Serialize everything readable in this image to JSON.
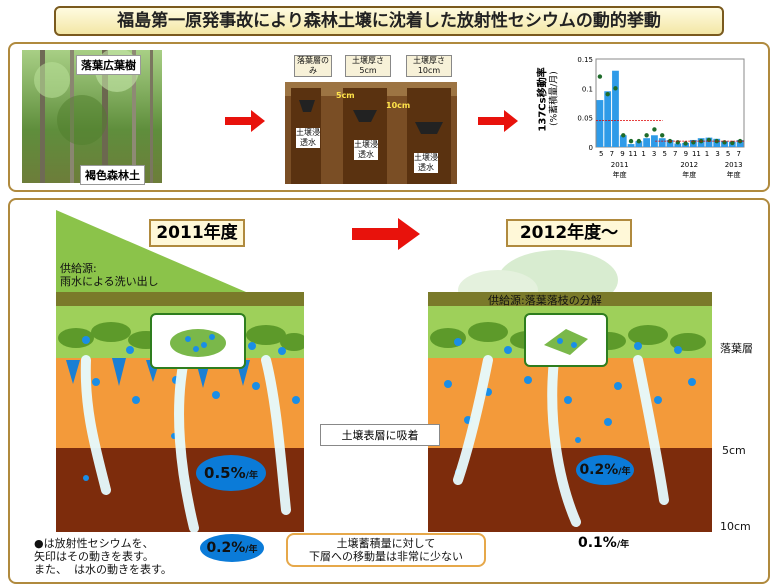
{
  "title": "福島第一原発事故により森林土壌に沈着した放射性セシウムの動的挙動",
  "top_panel": {
    "photo_labels": {
      "top": "落葉広葉樹",
      "bottom": "褐色森林土"
    },
    "lysimeter": {
      "headers": [
        "落葉層のみ",
        "土壌厚さ5cm",
        "土壌厚さ10cm"
      ],
      "depth_labels": [
        "5cm",
        "10cm"
      ],
      "collector_label": "土壌浸透水"
    },
    "chart_meta": {
      "ylabel_main": "137Cs移動率",
      "ylabel_sub": "(%蓄積量/月)"
    }
  },
  "chart_data": {
    "type": "bar",
    "y_ticks": [
      "0.15",
      "0.1",
      "0.05",
      "0"
    ],
    "ylim": [
      0,
      0.15
    ],
    "x_tick_labels": [
      "5",
      "7",
      "9",
      "11",
      "1",
      "3",
      "5",
      "7",
      "9",
      "11",
      "1",
      "3",
      "5",
      "7"
    ],
    "year_labels": [
      {
        "year": "2011",
        "sub": "年度"
      },
      {
        "year": "2012",
        "sub": "年度"
      },
      {
        "year": "2013",
        "sub": "年度"
      }
    ],
    "series": [
      {
        "values": [
          0.08,
          0.095,
          0.13,
          0.02,
          0.005,
          0.01,
          0.015,
          0.02,
          0.015,
          0.012,
          0.006,
          0.007,
          0.012,
          0.015,
          0.016,
          0.014,
          0.01,
          0.009,
          0.012
        ]
      },
      {
        "values": [
          0.12,
          0.09,
          0.1,
          0.02,
          0.01,
          0.01,
          0.02,
          0.03,
          0.02,
          0.01,
          0.008,
          0.006,
          0.008,
          0.01,
          0.012,
          0.01,
          0.008,
          0.007,
          0.01
        ]
      }
    ],
    "reference_lines": [
      0.045,
      0.01
    ]
  },
  "bottom_panel": {
    "left": {
      "year": "2011年度",
      "source": "供給源:\n雨水による洗い出し",
      "rate_5cm": "0.5%",
      "rate_10cm": "0.2%",
      "unit": "/年"
    },
    "right": {
      "year": "2012年度〜",
      "source": "供給源:落葉落枝の分解",
      "rate_5cm": "0.2%",
      "rate_10cm": "0.1%",
      "unit": "/年"
    },
    "layer_labels": {
      "litter": "落葉層",
      "5cm": "5cm",
      "10cm": "10cm"
    },
    "adsorb_label": "土壌表層に吸着",
    "legend_note": "●は放射性セシウムを、\n矢印はその動きを表す。\nまた、  は水の動きを表す。",
    "conclusion": "土壌蓄積量に対して\n下層への移動量は非常に少ない"
  },
  "colors": {
    "cs_dot": "#1a8ee6",
    "soil_top": "#f39a3a",
    "soil_bottom": "#7d2c0c",
    "litter": "#7bb43a",
    "arrow_red": "#e8120c"
  }
}
